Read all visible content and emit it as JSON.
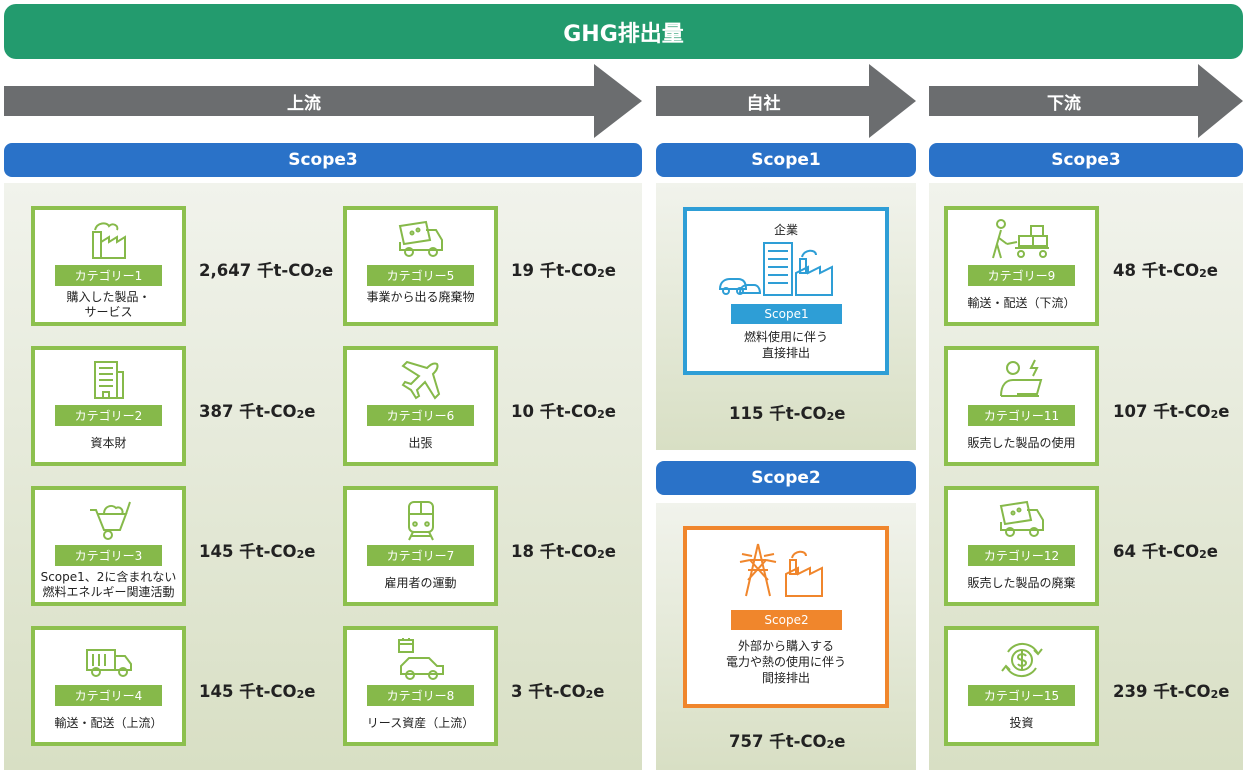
{
  "title": "GHG排出量",
  "flows": {
    "upstream": "上流",
    "own": "自社",
    "downstream": "下流"
  },
  "scopes": {
    "upstream": "Scope3",
    "scope1": "Scope1",
    "scope2": "Scope2",
    "downstream": "Scope3"
  },
  "unit": "千t-CO",
  "unit_sub": "2",
  "unit_tail": "e",
  "colors": {
    "banner": "#239b6e",
    "arrow": "#6b6d6f",
    "scope_bar": "#2a72c8",
    "card_border": "#8dc04e",
    "scope1_card": "#2e9ed6",
    "scope2_card": "#f0862c"
  },
  "upstream_categories": [
    {
      "badge": "カテゴリー1",
      "desc": [
        "購入した製品・",
        "サービス"
      ],
      "value": "2,647",
      "icon": "factory-icon"
    },
    {
      "badge": "カテゴリー5",
      "desc": [
        "事業から出る廃棄物"
      ],
      "value": "19",
      "icon": "waste-truck-icon"
    },
    {
      "badge": "カテゴリー2",
      "desc": [
        "資本財"
      ],
      "value": "387",
      "icon": "building-icon"
    },
    {
      "badge": "カテゴリー6",
      "desc": [
        "出張"
      ],
      "value": "10",
      "icon": "airplane-icon"
    },
    {
      "badge": "カテゴリー3",
      "desc": [
        "Scope1、2に含まれない",
        "燃料エネルギー関連活動"
      ],
      "value": "145",
      "icon": "wheelbarrow-icon"
    },
    {
      "badge": "カテゴリー7",
      "desc": [
        "雇用者の運動"
      ],
      "value": "18",
      "icon": "train-icon"
    },
    {
      "badge": "カテゴリー4",
      "desc": [
        "輸送・配送（上流）"
      ],
      "value": "145",
      "icon": "truck-icon"
    },
    {
      "badge": "カテゴリー8",
      "desc": [
        "リース資産（上流）"
      ],
      "value": "3",
      "icon": "leased-car-icon"
    }
  ],
  "scope1": {
    "title": "企業",
    "badge": "Scope1",
    "desc": [
      "燃料使用に伴う",
      "直接排出"
    ],
    "value": "115"
  },
  "scope2": {
    "badge": "Scope2",
    "desc": [
      "外部から購入する",
      "電力や熱の使用に伴う",
      "間接排出"
    ],
    "value": "757"
  },
  "downstream_categories": [
    {
      "badge": "カテゴリー9",
      "desc": [
        "輸送・配送（下流）"
      ],
      "value": "48",
      "icon": "cart-worker-icon"
    },
    {
      "badge": "カテゴリー11",
      "desc": [
        "販売した製品の使用"
      ],
      "value": "107",
      "icon": "laptop-user-icon"
    },
    {
      "badge": "カテゴリー12",
      "desc": [
        "販売した製品の廃棄"
      ],
      "value": "64",
      "icon": "waste-truck-icon"
    },
    {
      "badge": "カテゴリー15",
      "desc": [
        "投資"
      ],
      "value": "239",
      "icon": "investment-icon"
    }
  ]
}
